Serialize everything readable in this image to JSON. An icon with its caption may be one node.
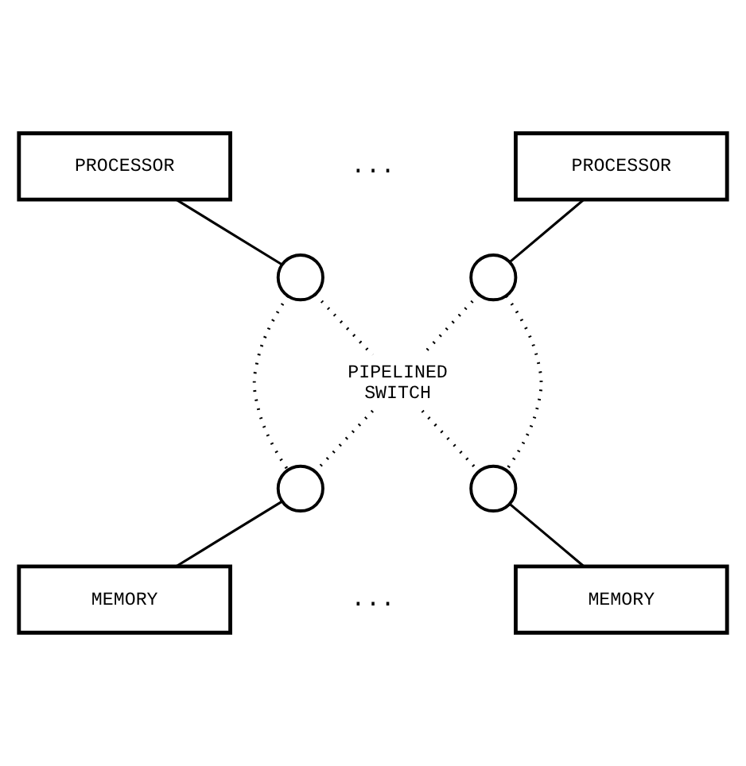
{
  "diagram": {
    "nodes": [
      {
        "text": [
          "PROCESSOR"
        ]
      },
      {
        "text": [
          "PROCESSOR"
        ]
      },
      {
        "text": [],
        "shape": "circle"
      },
      {
        "text": [],
        "shape": "circle"
      },
      {
        "text": [
          "PIPELINED SWITCH"
        ]
      },
      {
        "text": [],
        "shape": "circle"
      },
      {
        "text": [],
        "shape": "circle"
      },
      {
        "text": [
          "MEMORY"
        ]
      },
      {
        "text": [
          "MEMORY"
        ]
      }
    ],
    "edges": [
      {
        "from": 0,
        "to": 2,
        "arrow": "none"
      },
      {
        "from": 1,
        "to": 3,
        "arrow": "none"
      },
      {
        "from": 2,
        "to": 4,
        "arrow": "none",
        "style": "dashed"
      },
      {
        "from": 3,
        "to": 4,
        "arrow": "none",
        "style": "dashed"
      },
      {
        "from": 2,
        "to": 5,
        "arrow": "none",
        "style": "dashed"
      },
      {
        "from": 3,
        "to": 6,
        "arrow": "none",
        "style": "dashed"
      },
      {
        "from": 4,
        "to": 5,
        "arrow": "none",
        "style": "dashed"
      },
      {
        "from": 4,
        "to": 6,
        "arrow": "none",
        "style": "dashed"
      },
      {
        "from": 5,
        "to": 7,
        "arrow": "none"
      },
      {
        "from": 6,
        "to": 8,
        "arrow": "none"
      }
    ],
    "labels": [
      "...",
      "..."
    ]
  }
}
